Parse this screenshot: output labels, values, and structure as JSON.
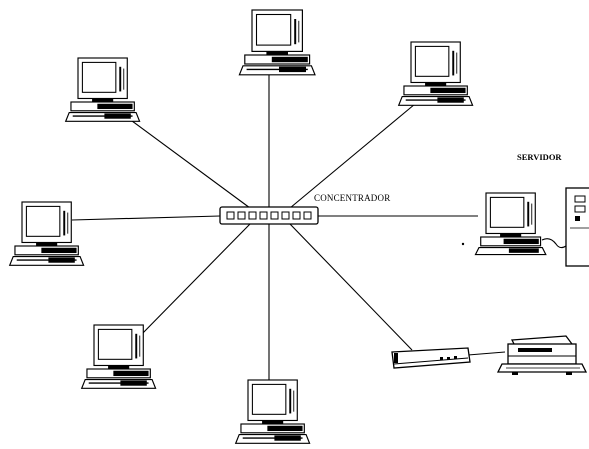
{
  "diagram": {
    "hub_label": "CONCENTRADOR",
    "server_label": "SERVIDOR"
  },
  "colors": {
    "ink": "#000000",
    "background": "#ffffff"
  },
  "nodes": [
    {
      "name": "computer-top",
      "icon": "desktop-computer-icon"
    },
    {
      "name": "computer-top-left",
      "icon": "desktop-computer-icon"
    },
    {
      "name": "computer-top-right",
      "icon": "desktop-computer-icon"
    },
    {
      "name": "computer-left",
      "icon": "desktop-computer-icon"
    },
    {
      "name": "computer-server-client",
      "icon": "desktop-computer-icon"
    },
    {
      "name": "computer-bottom-left",
      "icon": "desktop-computer-icon"
    },
    {
      "name": "computer-bottom",
      "icon": "desktop-computer-icon"
    },
    {
      "name": "peripheral-device",
      "icon": "network-device-icon"
    },
    {
      "name": "printer",
      "icon": "printer-icon"
    },
    {
      "name": "server-tower",
      "icon": "server-tower-icon"
    }
  ]
}
